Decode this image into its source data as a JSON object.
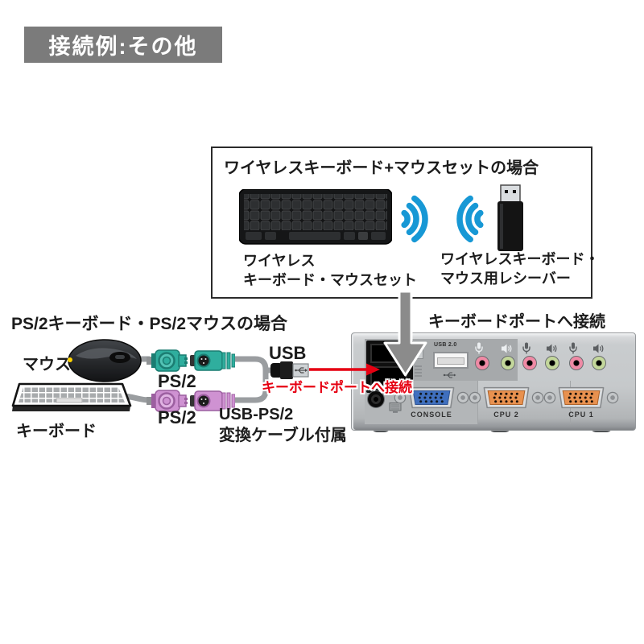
{
  "title": "接続例:その他",
  "wireless_box": {
    "heading": "ワイヤレスキーボード+マウスセットの場合",
    "set_label": [
      "ワイヤレス",
      "キーボード・マウスセット"
    ],
    "receiver_label": [
      "ワイヤレスキーボード・",
      "マウス用レシーバー"
    ]
  },
  "ps2_section": {
    "heading": "PS/2キーボード・PS/2マウスの場合",
    "mouse_label": "マウス",
    "keyboard_label": "キーボード",
    "mouse_connector_label": "PS/2",
    "keyboard_connector_label": "PS/2",
    "usb_label": "USB",
    "red_note": "キーボードポートへ接続",
    "adapter_note": [
      "USB-PS/2",
      "変換ケーブル付属"
    ]
  },
  "device": {
    "note": "キーボードポートへ接続",
    "usb20_label": "USB 2.0",
    "console_label": "CONSOLE",
    "cpu2_label": "CPU 2",
    "cpu1_label": "CPU 1"
  },
  "colors": {
    "title_bg": "#7b7b7b",
    "wireless_blue": "#1798d5",
    "ps2_mouse_green": "#2fae9e",
    "ps2_keyboard_purple": "#cf92d2",
    "note_red": "#e60012"
  }
}
